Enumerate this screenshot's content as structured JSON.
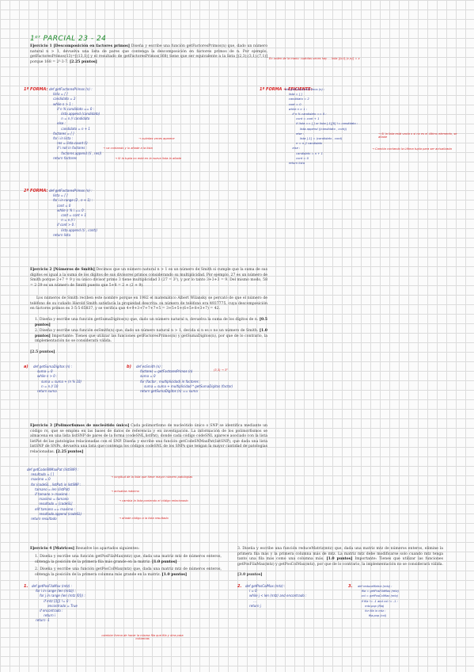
{
  "header": {
    "title": "1ᵉʳ PARCIAL  23 - 24"
  },
  "ex1": {
    "heading": "Ejercicio 1 [Descomposición en factores primos]",
    "body": "Diseña y escribe una función getFactoresPrimos(n) que, dado un número natural n > 1, devuelva una lista de pares que contenga la descomposición en factores primos de n. Por ejemplo, getFactoresPrimos(13)=[(13,1)] y el resultado de getFactoresPrimos(168) tiene que ser equivalente a la lista [(2,3),(3,1),(7,1)] porque 168 = 2³·3·7.",
    "points": "[2.25 puntos]",
    "note": "En orden de la mano: cuántas veces hay ... lista [(d,f),(c,e)] = x",
    "label1": "1ª FORMA:",
    "code1": "def getFactoresPrimos (n) :\n    lista = [ ]\n    candidato = 2\n    while n > 1 :\n        if n % candidato == 0 :\n            lista.append (candidato)\n            n = n // candidato\n        else :\n            candidato = n + 1\n    factores = [ ]\n    for i in lista :\n        res = lista.count (i)\n        if i not in factores :\n            factores.append ((i , res))\n    return factores",
    "note1a": "→ cuántas veces aparece",
    "note1b": "→ va contando y lo añade a la lista",
    "note1c": "→ Si la tupla no está en la nueva lista la añade",
    "label2": "1ª FORMA + EFICIENTE:",
    "code2": "def getFactoresPrimos (n) :\n    lista = [ ]\n    candidato = 2\n    cont = 0\n    while n > 1 :\n        if n % candidato == 0 :\n            cont = cont + 1\n            if lista == [ ] or lista [-1][0] != candidato :\n                lista.append ((candidato , cont))\n            else :\n                lista [-1] = (candidato , cont)\n            n = n // candidato\n        else :\n            candidato = n + 1\n            cont = 0\n    return lista",
    "note2a": "→ Si la lista está vacía o si no es el último elemento, se añade",
    "note2b": "→ Cambia contando la última tupla para ser actualizada",
    "label3": "2ª FORMA:",
    "code3": "def getFactoresPrimos (n) :\n    lista = [ ]\n    for i in range (2 , n + 1) :\n        cont = 0\n        while n % i == 0 :\n            cont = cont + 1\n            n = n // i\n        if cont > 0 :\n            lista.append ((i , cont))\n    return lista"
  },
  "ex2": {
    "heading": "Ejercicio 2 [Números de Smith]",
    "body": "Decimos que un número natural n > 1 es un número de Smith si cumple que la suma de sus dígitos es igual a la suma de los dígitos de sus divisores primos considerando su multiplicidad. Por ejemplo, 27 es un número de Smith porque 2+7 = 9 y su único divisor primo 3 tiene multiplicidad 3 (27 = 3³), y por lo tanto 3+3+3 = 9. Del mismo modo, 58 = 2·29 es un número de Smith puesto que 5+8 = 2 + (2 + 9).",
    "body2": "Los números de Smith reciben este nombre porque en 1982 el matemático Albert Wilansky se percató de que el número de teléfono de su cuñado Harold Smith satisfacía la propiedad descrita: su número de teléfono era 4937775, cuya descomposición en factores primos es 3·5·5·65837, y se verifica que 4+9+3+7+7+7+5 = 3+5+5+(6+5+8+3+7) = 42.",
    "item1": "1. Diseña y escribe una función getSumaDigitos(n) que, dado un número natural n, devuelva la suma de los dígitos de n.",
    "item1_points": "[0.5 puntos]",
    "item2": "2. Diseña y escribe una función esSmith(n) que, dado un número natural n > 1, decida si n es o no un número de Smith.",
    "item2_points": "[1.0 puntos]",
    "item2_note": "Importante: Tienes que utilizar las funciones getFactoresPrimos(n) y getSumaDigitos(n), por que de lo contrario, la implementación no se considerará válida.",
    "points": "[2.5 puntos]",
    "label_a": "a)",
    "code_a": "def getSumaDigitos (n) :\n    suma = 0\n    while n > 0 :\n        suma = suma + (n % 10)\n        n = n // 10\n    return suma",
    "label_b": "b)",
    "code_b": "def esSmith (n) :\n    factores = getFactoresPrimos (n)\n    suma = 0\n    for (factor , multiplicidad) in factores :\n        suma = suma + multiplicidad * getSumaDigitos (factor)\n    return getSumaDigitos (n) == suma",
    "note_b": "(3,3) → 3³"
  },
  "ex3": {
    "heading": "Ejercicio 3 [Polimorfismos de nucleótido único]",
    "body": "Cada polimorfismo de nucleótido único o SNP se identifica mediante un código rs, que se emplea en las bases de datos de referencia y en investigación. La información de los polimorfismos se almacena en una lista listSNP de pares de la forma (codeSNL,listPat), donde cada código codeSNL aparece asociado con la lista listPat de las patologías relacionadas con el SNP. Diseña y escribe una función getCodeSNMaxPat(listSNP), que dada una lista listSNP de SNPs, devuelva una lista que contenga los códigos codeSNL de los SNPs que tengan la mayor cantidad de patologías relacionadas.",
    "points": "[2.25 puntos]",
    "code": "def getCodeSNMaxPat (listSNP) :\n    resultado = [ ]\n    maximo = 0\n    for (codeSL , listPat) in listSNP :\n        tamano = len (listPat)\n        if tamano > maximo :\n            maximo = tamano\n            resultado = [codeSL]\n        elif tamano == maximo :\n            resultado.append (codeSL)\n    return resultado",
    "note1": "→ longitud de la lista que tiene mayor número patologías",
    "note2": "→ actualiza máximo",
    "note3": "→ cambia la lista poniendo el código relacionado",
    "note4": "→ añade código a la lista resultado"
  },
  "ex4": {
    "heading": "Ejercicio 4 [Matrices]",
    "intro": "Resuelve los apartados siguientes:",
    "item1": "1. Diseña y escribe una función getPosFilaMax(mtz) que, dada una matriz mtz de números enteros, obtenga la posición de la primera fila más grande en la matriz.",
    "item1_points": "[1.0 puntos]",
    "item2": "2. Diseña y escribe una función getPosColMax(mtz) que, dada una matriz mtz de números enteros, obtenga la posición de la primera columna más grande en la matriz.",
    "item2_points": "[1.0 puntos]",
    "item3": "3. Diseña y escribe una función reduceMatriz(mtz) que, dada una matriz mtz de números enteros, elimine la primera fila más y la primera columna más de mtz. La matriz mtz debe modificarse solo cuando mtz tenga tanto una fila más como una columna más.",
    "item3_points": "[1.0 puntos]",
    "item3_note": "Importante: Tienes que utilizar las funciones getPosFilaMax(mtz) y getPosColMax(mtz), por que de lo contrario, la implementación no se considerará válida.",
    "points": "[3.0 puntos]",
    "label1": "1.",
    "code1": "def getPosFilaMax (mtz) :\n    for i in range (len (mtz)) :\n        for j in range (len (mtz [0])) :\n            if mtz [i][j] != 0 :\n                encontrado = True\n        if encontrado :\n            return i\n    return -1",
    "label2": "2.",
    "code2": "def getPosColMax (mtz) :\n    i = 0\n    while j < len (mtz) and encontrado :\n        ...\n    return j",
    "label3": "3.",
    "code3": "def reduceMatriz (mtz) :\n    fila = getPosFilaMax (mtz)\n    col = getPosColMax (mtz)\n    if fila != -1 and col != -1 :\n        mtz.pop (fila)\n        for fila in mtz :\n            fila.pop (col)",
    "note_bottom": "cambiar forma de hacer la misma fila que fila y otra para columnas"
  }
}
